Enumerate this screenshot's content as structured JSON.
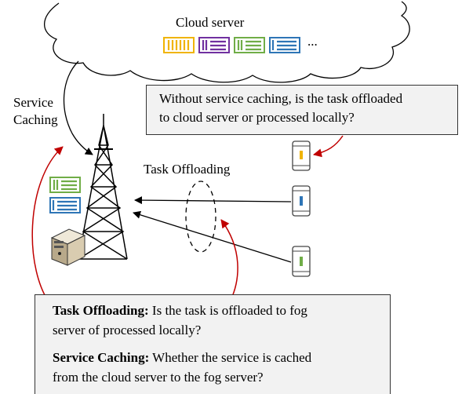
{
  "cloud": {
    "label": "Cloud server",
    "ellipsis": "..."
  },
  "labels": {
    "service_caching_line1": "Service",
    "service_caching_line2": "Caching",
    "task_offloading": "Task Offloading"
  },
  "question_box": {
    "line1": "Without service caching, is the task offloaded",
    "line2": "to cloud server or processed locally?"
  },
  "explanation_box": {
    "task_offloading_title": "Task Offloading:",
    "task_offloading_line1": " Is the task is offloaded to fog",
    "task_offloading_line2": "server of processed locally?",
    "service_caching_title": "Service Caching:",
    "service_caching_line1": " Whether the service is cached",
    "service_caching_line2": "from the cloud server to the fog server?"
  },
  "colors": {
    "service_yellow": "#f0b400",
    "service_purple": "#7030a0",
    "service_green": "#70ad47",
    "service_blue": "#2e75b6",
    "arrow_red": "#c00000"
  },
  "icons": [
    "cloud-icon",
    "service-icon",
    "tower-icon",
    "server-icon",
    "smartphone-icon"
  ]
}
